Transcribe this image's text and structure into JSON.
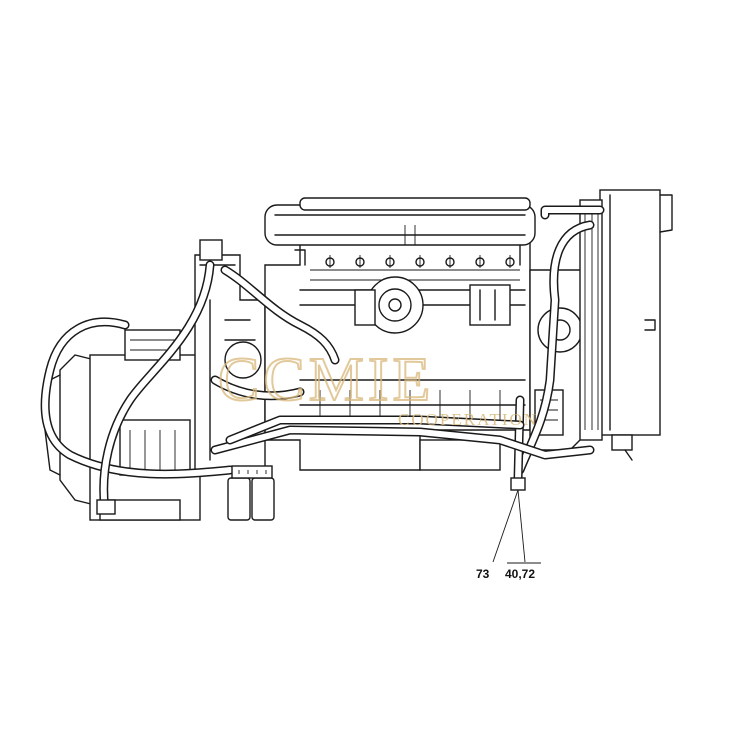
{
  "callouts": {
    "item_number": "73",
    "ref_numbers": "40,72"
  },
  "watermark": {
    "logo_text": "CCMIE",
    "tagline": "COOPERATION"
  },
  "colors": {
    "line": "#1a1a1a",
    "background": "#ffffff",
    "watermark": "#d9b87a"
  }
}
